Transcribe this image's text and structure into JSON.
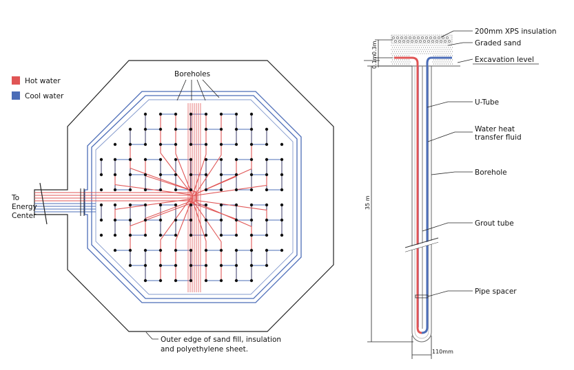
{
  "legend": {
    "hot": {
      "label": "Hot water",
      "color": "#e05555"
    },
    "cool": {
      "label": "Cool water",
      "color": "#4b6cb7"
    }
  },
  "plan": {
    "boreholes_label": "Boreholes",
    "energy_center_label": [
      "To",
      "Energy",
      "Center"
    ],
    "outer_edge_label": [
      "Outer edge of sand fill, insulation",
      "and polyethylene sheet."
    ]
  },
  "section": {
    "labels": {
      "xps": "200mm XPS insulation",
      "graded_sand": "Graded sand",
      "excavation": "Excavation level",
      "u_tube": "U-Tube",
      "fluid": [
        "Water heat",
        "transfer fluid"
      ],
      "borehole": "Borehole",
      "grout": "Grout tube",
      "spacer": "Pipe spacer"
    },
    "dims": {
      "top_a": "0.3m",
      "top_b": "0.1m",
      "depth": "35 m",
      "width": "110mm"
    }
  }
}
